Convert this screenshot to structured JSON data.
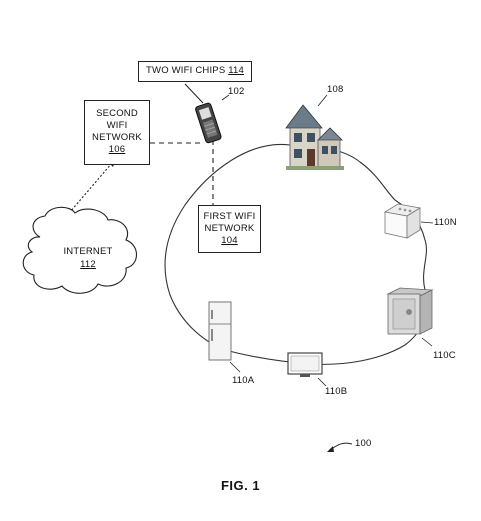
{
  "boxes": {
    "two_wifi_chips": {
      "text": "TWO WIFI CHIPS ",
      "ref": "114"
    },
    "second_wifi": {
      "line1": "SECOND",
      "line2": "WIFI",
      "line3": "NETWORK",
      "ref": "106"
    },
    "first_wifi": {
      "line1": "FIRST WIFI",
      "line2": "NETWORK",
      "ref": "104"
    }
  },
  "cloud": {
    "label": "INTERNET",
    "ref": "112"
  },
  "refs": {
    "phone": "102",
    "house": "108",
    "appliance_n": "110N",
    "safe": "110C",
    "tv": "110B",
    "fridge": "110A",
    "figure": "100"
  },
  "caption": "FIG. 1"
}
